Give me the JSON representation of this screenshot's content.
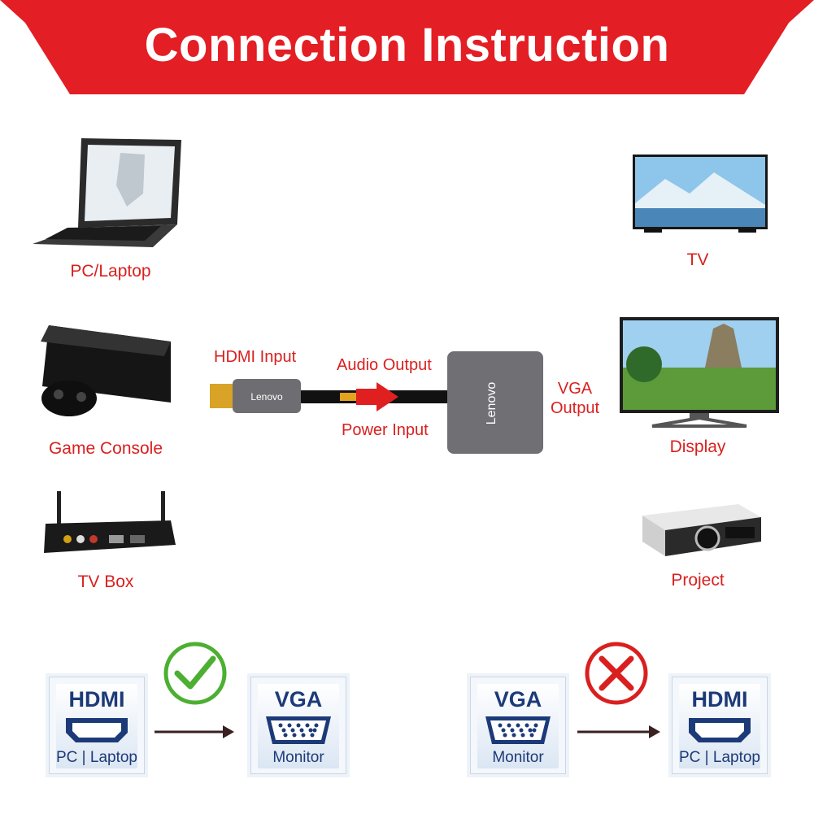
{
  "header": {
    "title": "Connection Instruction"
  },
  "sources": [
    {
      "label": "PC/Laptop",
      "icon": "laptop-icon"
    },
    {
      "label": "Game Console",
      "icon": "game-console-icon"
    },
    {
      "label": "TV Box",
      "icon": "tv-box-icon"
    }
  ],
  "destinations": [
    {
      "label": "TV",
      "icon": "tv-icon"
    },
    {
      "label": "Display",
      "icon": "display-icon"
    },
    {
      "label": "Project",
      "icon": "projector-icon"
    }
  ],
  "adapter": {
    "hdmi_input": "HDMI Input",
    "audio_output": "Audio Output",
    "power_input": "Power Input",
    "vga_output": "VGA Output",
    "brand": "Lenovo"
  },
  "compatibility": [
    {
      "from": {
        "head": "HDMI",
        "foot": "PC | Laptop"
      },
      "to": {
        "head": "VGA",
        "foot": "Monitor"
      },
      "status": "supported"
    },
    {
      "from": {
        "head": "VGA",
        "foot": "Monitor"
      },
      "to": {
        "head": "HDMI",
        "foot": "PC | Laptop"
      },
      "status": "not-supported"
    }
  ],
  "colors": {
    "banner": "#e31e24",
    "label": "#d9201f",
    "check": "#4caf32",
    "cross": "#d9201f",
    "card_text": "#1d3a78"
  }
}
